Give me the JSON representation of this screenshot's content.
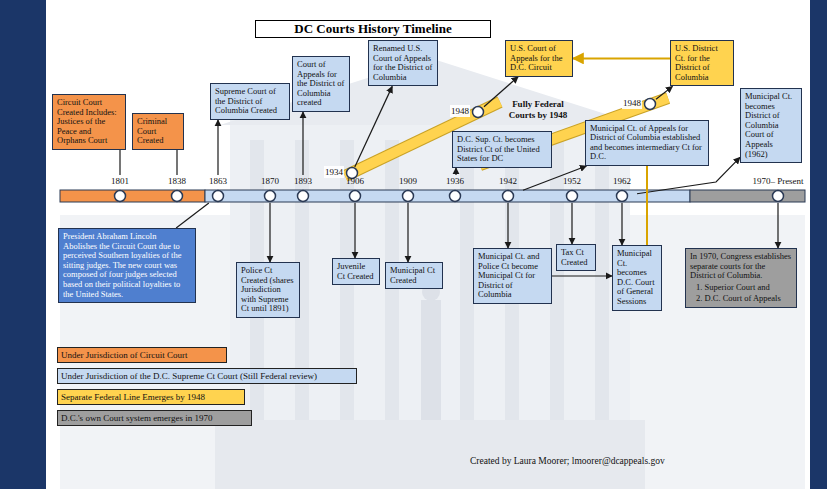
{
  "diagram": {
    "title": "DC Courts History Timeline",
    "caption": "Created by Laura Moorer; lmoorer@dcappeals.gov",
    "nodes": [
      {
        "text": [
          "Circuit Court Created Includes: Justices of the Peace and Orphans Court"
        ]
      },
      {
        "text": [
          "Criminal Court Created"
        ]
      },
      {
        "text": [
          "Supreme Court of the District of Columbia Created"
        ]
      },
      {
        "text": [
          "Court of Appeals for the District of Columbia created"
        ]
      },
      {
        "text": [
          "Renamed U.S. Court of Appeals for the District of Columbia"
        ]
      },
      {
        "text": [
          "U.S. Court of Appeals for the D.C. Circuit"
        ]
      },
      {
        "text": [
          "U.S. District Ct. for the District of Columbia"
        ]
      },
      {
        "text": [
          "Municipal Ct. becomes District of Columbia Court of Appeals (1962)"
        ]
      },
      {
        "text": [
          "1934"
        ]
      },
      {
        "text": [
          "1948"
        ]
      },
      {
        "text": [
          "1948"
        ]
      },
      {
        "text": [
          "D.C. Sup. Ct. becomes District Ct of the United States for DC"
        ]
      },
      {
        "text": [
          "Municipal Ct. of Appeals for District of Columbia established and becomes intermediary Ct for D.C."
        ]
      },
      {
        "text": [
          "1801"
        ]
      },
      {
        "text": [
          "1838"
        ]
      },
      {
        "text": [
          "1863"
        ]
      },
      {
        "text": [
          "1870"
        ]
      },
      {
        "text": [
          "1893"
        ]
      },
      {
        "text": [
          "1906"
        ]
      },
      {
        "text": [
          "1909"
        ]
      },
      {
        "text": [
          "1936"
        ]
      },
      {
        "text": [
          "1942"
        ]
      },
      {
        "text": [
          "1952"
        ]
      },
      {
        "text": [
          "1962"
        ]
      },
      {
        "text": [
          "1970– Present"
        ]
      },
      {
        "text": [
          "President Abraham Lincoln Abolishes the Circuit Court due to perceived Southern loyalties of the sitting judges. The new court was composed of four judges selected based on their political loyalties to the United States."
        ]
      },
      {
        "text": [
          "Police Ct Created (shares Jurisdiction with Supreme Ct until 1891)"
        ]
      },
      {
        "text": [
          "Juvenile Ct Created"
        ]
      },
      {
        "text": [
          "Municipal Ct Created"
        ]
      },
      {
        "text": [
          "Municipal Ct. and Police Ct become Municipal Ct for District of Columbia"
        ]
      },
      {
        "text": [
          "Tax Ct Created"
        ]
      },
      {
        "text": [
          "Municipal Ct. becomes D.C. Court of General Sessions"
        ]
      },
      {
        "text": [
          "In 1970, Congress establishes separate courts for the District of Columbia.",
          "1. Superior Court and",
          "2. D.C. Court of Appeals"
        ]
      }
    ],
    "edges": [
      {
        "from": 13,
        "to": 0,
        "arrow": "none"
      },
      {
        "from": 14,
        "to": 1,
        "arrow": "none"
      },
      {
        "from": 15,
        "to": 2,
        "arrow": "to"
      },
      {
        "from": 25,
        "to": 15,
        "arrow": "none"
      },
      {
        "from": 16,
        "to": 26,
        "arrow": "to"
      },
      {
        "from": 17,
        "to": 3,
        "arrow": "to"
      },
      {
        "from": 8,
        "to": 4,
        "arrow": "to"
      },
      {
        "from": 18,
        "to": 27,
        "arrow": "to"
      },
      {
        "from": 19,
        "to": 28,
        "arrow": "to"
      },
      {
        "from": 20,
        "to": 11,
        "arrow": "to"
      },
      {
        "from": 21,
        "to": 29,
        "arrow": "to"
      },
      {
        "from": 21,
        "to": 12,
        "arrow": "to"
      },
      {
        "from": 9,
        "to": 5,
        "arrow": "to"
      },
      {
        "from": 10,
        "to": 6,
        "arrow": "to"
      },
      {
        "from": 6,
        "to": 5,
        "arrow": "to"
      },
      {
        "from": 22,
        "to": 30,
        "arrow": "to"
      },
      {
        "from": 23,
        "to": 31,
        "arrow": "to"
      },
      {
        "from": 23,
        "to": 7,
        "arrow": "to"
      },
      {
        "from": 24,
        "to": 32,
        "arrow": "to"
      },
      {
        "from": 29,
        "to": 31,
        "arrow": "to"
      },
      {
        "from": 12,
        "to": 31,
        "arrow": "none"
      }
    ],
    "labels": [
      "Fully Federal Courts by 1948"
    ],
    "legend": [
      {
        "text": "Under Jurisdiction of Circuit Court",
        "color": "#f4934a"
      },
      {
        "text": "Under Jurisdiction of the D.C. Supreme Ct Court (Still Federal review)",
        "color": "#c5d9f1"
      },
      {
        "text": "Separate Federal Line Emerges by 1948",
        "color": "#ffd34f"
      },
      {
        "text": "D.C.'s own Court system emerges in 1970",
        "color": "#9e9e9e"
      }
    ]
  }
}
